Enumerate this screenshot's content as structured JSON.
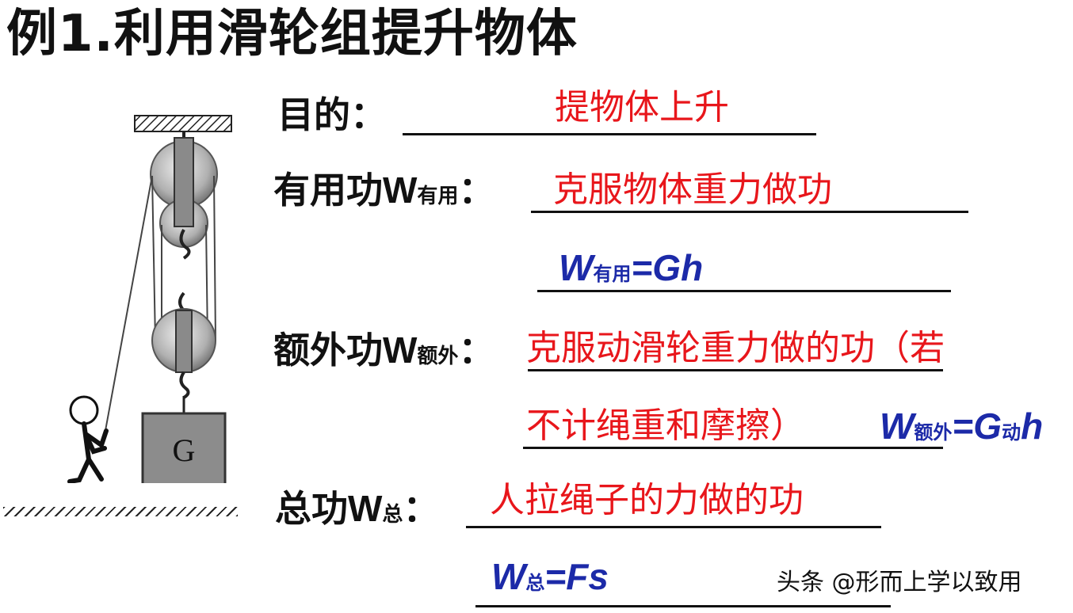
{
  "title": "例1.利用滑轮组提升物体",
  "diagram": {
    "weight_label": "G"
  },
  "rows": {
    "purpose": {
      "label": "目的：",
      "answer": "提物体上升"
    },
    "useful": {
      "label": "有用功",
      "w": "W",
      "w_sub": "有用",
      "colon": "：",
      "answer": "克服物体重力做功"
    },
    "useful_formula": {
      "w": "W",
      "w_sub": "有用",
      "rest": "=Gh"
    },
    "extra": {
      "label": "额外功",
      "w": "W",
      "w_sub": "额外",
      "colon": "：",
      "answer_line1": "克服动滑轮重力做的功（若",
      "answer_line2": "不计绳重和摩擦）"
    },
    "extra_formula": {
      "w": "W",
      "w_sub": "额外",
      "eq": "=G",
      "g_sub": "动",
      "h": "h"
    },
    "total": {
      "label": "总功",
      "w": "W",
      "w_sub": "总",
      "colon": "：",
      "answer": "人拉绳子的力做的功"
    },
    "total_formula": {
      "w": "W",
      "w_sub": "总",
      "rest": "=Fs"
    }
  },
  "watermark": "头条 @形而上学以致用",
  "colors": {
    "answer_red": "#e8161b",
    "formula_blue": "#1c2aa8",
    "text": "#111111"
  }
}
